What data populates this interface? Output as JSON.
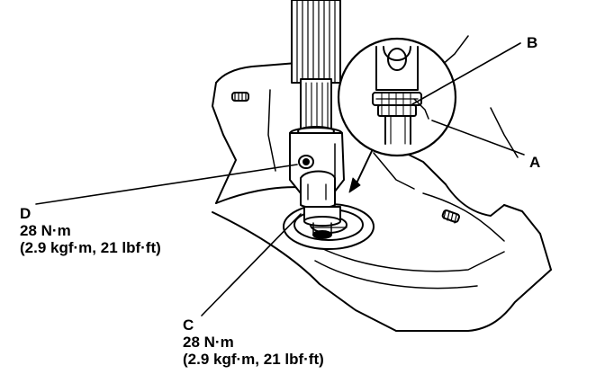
{
  "labels": {
    "a": {
      "letter": "A"
    },
    "b": {
      "letter": "B"
    },
    "c": {
      "letter": "C",
      "torque_nm": "28 N·m",
      "torque_alt": "(2.9 kgf·m, 21 lbf·ft)"
    },
    "d": {
      "letter": "D",
      "torque_nm": "28 N·m",
      "torque_alt": "(2.9 kgf·m, 21 lbf·ft)"
    }
  },
  "colors": {
    "ink": "#000000",
    "paper": "#ffffff"
  }
}
